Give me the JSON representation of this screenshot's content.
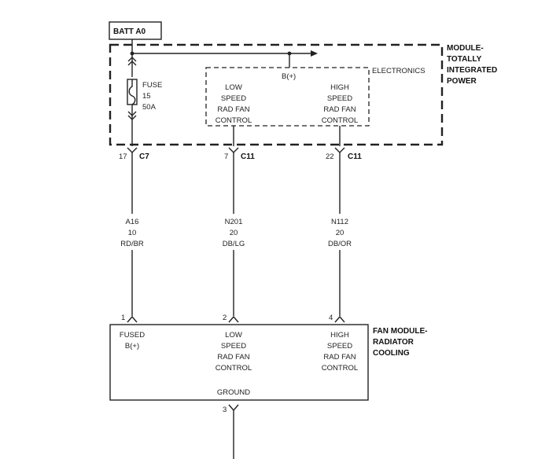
{
  "batt": {
    "label": "BATT A0"
  },
  "module": {
    "title": [
      "MODULE-",
      "TOTALLY",
      "INTEGRATED",
      "POWER"
    ]
  },
  "fuse": {
    "lines": [
      "FUSE",
      "15",
      "50A"
    ]
  },
  "electronics": {
    "label": "ELECTRONICS",
    "bplus": "B(+)"
  },
  "controls": {
    "low": [
      "LOW",
      "SPEED",
      "RAD FAN",
      "CONTROL"
    ],
    "high": [
      "HIGH",
      "SPEED",
      "RAD FAN",
      "CONTROL"
    ]
  },
  "connectors": {
    "c7": {
      "pin": "17",
      "name": "C7"
    },
    "c11a": {
      "pin": "7",
      "name": "C11"
    },
    "c11b": {
      "pin": "22",
      "name": "C11"
    }
  },
  "wires": {
    "a16": [
      "A16",
      "10",
      "RD/BR"
    ],
    "n201": [
      "N201",
      "20",
      "DB/LG"
    ],
    "n112": [
      "N112",
      "20",
      "DB/OR"
    ]
  },
  "fan_module": {
    "title": [
      "FAN MODULE-",
      "RADIATOR",
      "COOLING"
    ],
    "fused": [
      "FUSED",
      "B(+)"
    ],
    "low": [
      "LOW",
      "SPEED",
      "RAD FAN",
      "CONTROL"
    ],
    "high": [
      "HIGH",
      "SPEED",
      "RAD FAN",
      "CONTROL"
    ],
    "ground": "GROUND",
    "pins": {
      "p1": "1",
      "p2": "2",
      "p4": "4",
      "p3": "3"
    }
  }
}
